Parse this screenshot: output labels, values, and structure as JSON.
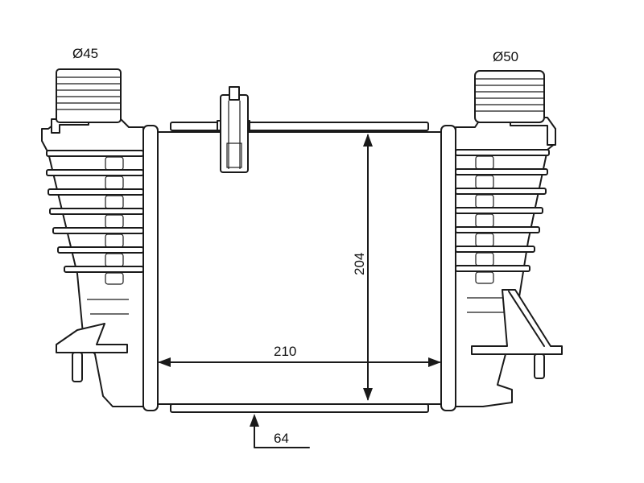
{
  "labels": {
    "inlet_diameter": "Ø45",
    "outlet_diameter": "Ø50",
    "core_height": "204",
    "core_width": "210",
    "core_depth": "64"
  },
  "colors": {
    "line": "#1a1a1a",
    "background": "#ffffff"
  }
}
